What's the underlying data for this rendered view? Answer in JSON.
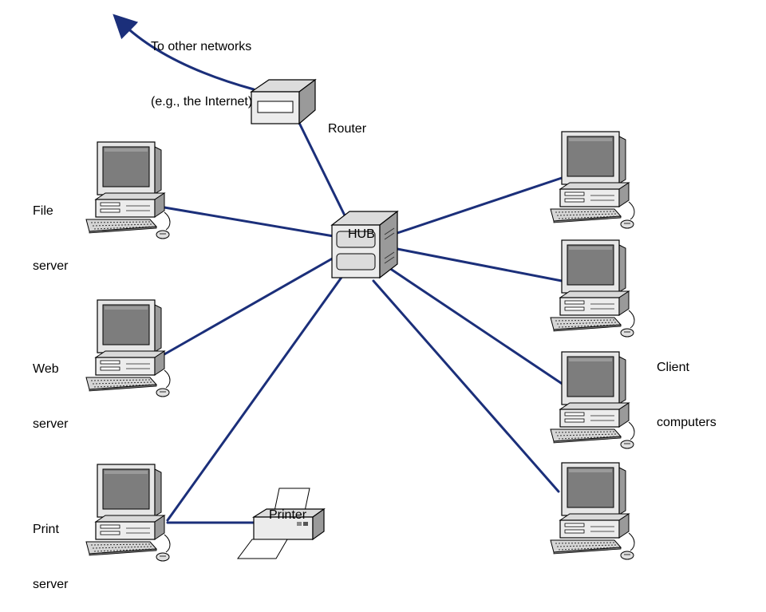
{
  "colors": {
    "link": "#1b2f7a",
    "device_light": "#ececec",
    "device_mid": "#cfcfcf",
    "device_dark": "#9a9a9a",
    "screen": "#7d7d7d",
    "outline": "#000000"
  },
  "labels": {
    "internet": {
      "line1": "To other networks",
      "line2": "(e.g., the Internet)"
    },
    "router": "Router",
    "hub": "HUB",
    "file_server": {
      "line1": "File",
      "line2": "server"
    },
    "web_server": {
      "line1": "Web",
      "line2": "server"
    },
    "print_server": {
      "line1": "Print",
      "line2": "server"
    },
    "printer": "Printer",
    "clients": {
      "line1": "Client",
      "line2": "computers"
    }
  },
  "nodes": [
    {
      "id": "router",
      "kind": "router"
    },
    {
      "id": "hub",
      "kind": "hub"
    },
    {
      "id": "file-server",
      "kind": "computer"
    },
    {
      "id": "web-server",
      "kind": "computer"
    },
    {
      "id": "print-server",
      "kind": "computer"
    },
    {
      "id": "printer",
      "kind": "printer"
    },
    {
      "id": "client-1",
      "kind": "computer"
    },
    {
      "id": "client-2",
      "kind": "computer"
    },
    {
      "id": "client-3",
      "kind": "computer"
    },
    {
      "id": "client-4",
      "kind": "computer"
    }
  ],
  "edges": [
    {
      "from": "router",
      "to": "internet"
    },
    {
      "from": "hub",
      "to": "router"
    },
    {
      "from": "hub",
      "to": "file-server"
    },
    {
      "from": "hub",
      "to": "web-server"
    },
    {
      "from": "hub",
      "to": "print-server"
    },
    {
      "from": "print-server",
      "to": "printer"
    },
    {
      "from": "hub",
      "to": "client-1"
    },
    {
      "from": "hub",
      "to": "client-2"
    },
    {
      "from": "hub",
      "to": "client-3"
    },
    {
      "from": "hub",
      "to": "client-4"
    }
  ]
}
